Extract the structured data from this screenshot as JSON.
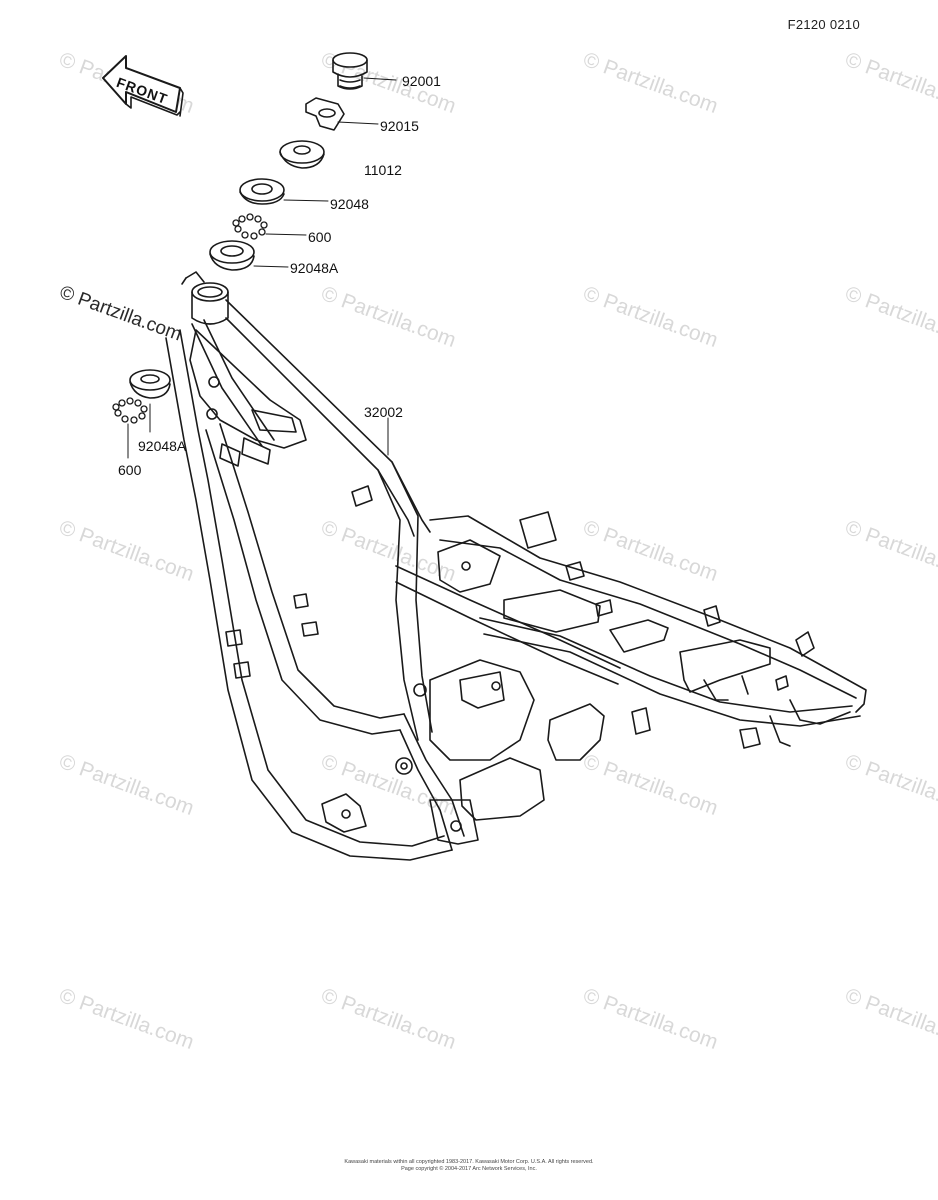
{
  "figure_code": "F2120 0210",
  "front_arrow_label": "FRONT",
  "watermark_text": "© Partzilla.com",
  "callouts": {
    "p92001": "92001",
    "p92015": "92015",
    "p11012": "11012",
    "p92048": "92048",
    "p600_top": "600",
    "p92048A_top": "92048A",
    "p32002": "32002",
    "p92048A_left": "92048A",
    "p600_left": "600"
  },
  "copyright": {
    "line1": "Kawasaki materials within all copyrighted 1983-2017. Kawasaki Motor Corp. U.S.A. All rights reserved.",
    "line2": "Page copyright © 2004-2017 Arc Network Services, Inc."
  },
  "colors": {
    "line": "#1a1a1a",
    "watermark": "#d8d8d8",
    "background": "#ffffff"
  }
}
